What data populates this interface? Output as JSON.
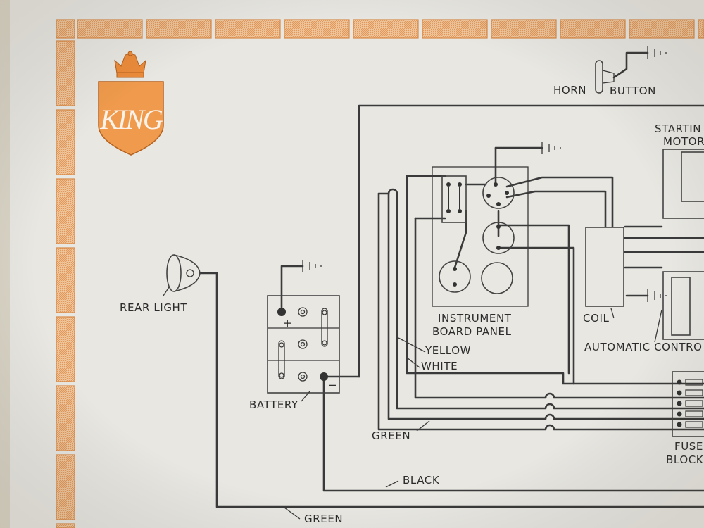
{
  "brand": {
    "name": "KING",
    "accent": "#e9893a",
    "border_color": "#e59a58"
  },
  "labels": {
    "horn": "HORN",
    "button": "BUTTON",
    "starting": "STARTIN",
    "motor": "MOTOR",
    "rear_light": "REAR LIGHT",
    "instrument": "INSTRUMENT",
    "board_panel": "BOARD PANEL",
    "coil": "COIL",
    "automatic_control": "AUTOMATIC CONTRO",
    "yellow": "YELLOW",
    "white": "WHITE",
    "battery": "BATTERY",
    "battery_plus": "+",
    "battery_minus": "−",
    "green_mid": "GREEN",
    "black": "BLACK",
    "green_bottom": "GREEN",
    "fuse": "FUSE",
    "block": "BLOCK"
  }
}
